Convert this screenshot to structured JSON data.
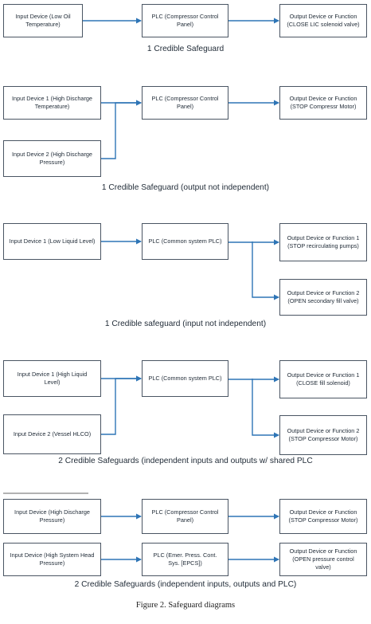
{
  "figure_caption": "Figure 2. Safeguard diagrams",
  "diagrams": [
    {
      "caption": "1 Credible Safeguard",
      "boxes": [
        {
          "id": "in1",
          "label": "Input Device (Low Oil Temperature)"
        },
        {
          "id": "plc",
          "label": "PLC (Compressor Control Panel)"
        },
        {
          "id": "out1",
          "label": "Output Device or Function (CLOSE LIC solenoid valve)"
        }
      ]
    },
    {
      "caption": "1 Credible Safeguard (output not independent)",
      "boxes": [
        {
          "id": "in1",
          "label": "Input Device 1 (High Discharge Temperature)"
        },
        {
          "id": "in2",
          "label": "Input Device 2 (High Discharge Pressure)"
        },
        {
          "id": "plc",
          "label": "PLC (Compressor Control Panel)"
        },
        {
          "id": "out1",
          "label": "Output Device or Function (STOP Compressr Motor)"
        }
      ]
    },
    {
      "caption": "1 Credible safeguard (input not independent)",
      "boxes": [
        {
          "id": "in1",
          "label": "Input Device 1 (Low Liquid Level)"
        },
        {
          "id": "plc",
          "label": "PLC (Common system PLC)"
        },
        {
          "id": "out1",
          "label": "Output Device or Function 1 (STOP recirculating pumps)"
        },
        {
          "id": "out2",
          "label": "Output Device or Function 2 (OPEN secondary fill valve)"
        }
      ]
    },
    {
      "caption": "2 Credible Safeguards (independent inputs and outputs w/ shared PLC",
      "boxes": [
        {
          "id": "in1",
          "label": "Input Device 1 (High Liquid Level)"
        },
        {
          "id": "in2",
          "label": "Input Device 2 (Vessel HLCO)"
        },
        {
          "id": "plc",
          "label": "PLC (Common system PLC)"
        },
        {
          "id": "out1",
          "label": "Output Device or Function 1 (CLOSE fill solenoid)"
        },
        {
          "id": "out2",
          "label": "Output Device or Function 2 (STOP Compressor Motor)"
        }
      ]
    },
    {
      "caption": "2 Credible Safeguards (independent inputs, outputs and PLC)",
      "boxes": [
        {
          "id": "in1",
          "label": "Input Device (High Discharge Pressure)"
        },
        {
          "id": "plc1",
          "label": "PLC (Compressor Control Panel)"
        },
        {
          "id": "out1",
          "label": "Output Device or Function (STOP Compressor Motor)"
        },
        {
          "id": "in2",
          "label": "Input Device (High System Head Pressure)"
        },
        {
          "id": "plc2",
          "label": "PLC (Emer. Press. Cont. Sys. [EPCS])"
        },
        {
          "id": "out2",
          "label": "Output Device or Function (OPEN pressure control valve)"
        }
      ]
    }
  ]
}
